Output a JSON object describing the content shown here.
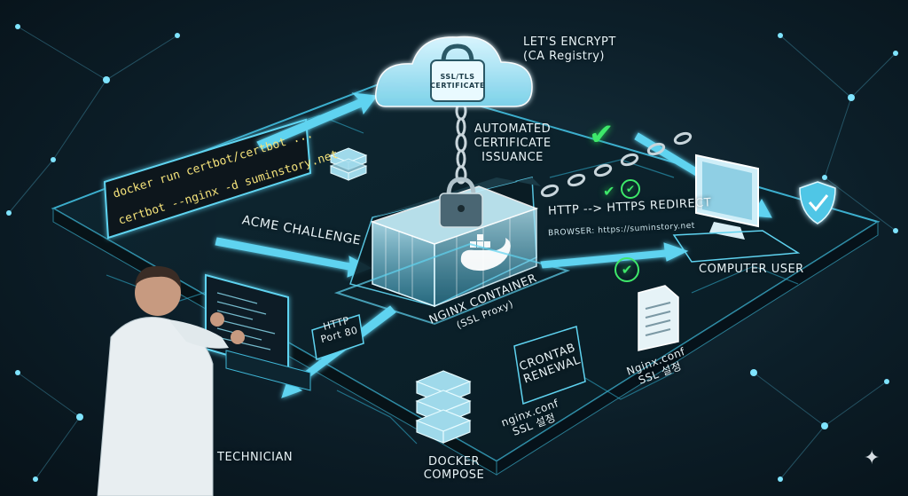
{
  "labels": {
    "ca_registry": "LET'S ENCRYPT\n(CA Registry)",
    "certificate": "SSL/TLS\nCERTIFICATE",
    "automated_issuance": "AUTOMATED\nCERTIFICATE\nISSUANCE",
    "terminal_line1": "docker run certbot/certbot ...",
    "terminal_line2": "certbot --nginx -d suminstory.net",
    "acme_challenge": "ACME CHALLENGE",
    "https_redirect": "HTTP --> HTTPS REDIRECT",
    "browser_url": "BROWSER: https://suminstory.net",
    "computer_user": "COMPUTER USER",
    "nginx_container": "NGINX CONTAINER",
    "ssl_proxy": "(SSL Proxy)",
    "http_port": "HTTP\nPort 80",
    "crontab": "CRONTAB\nRENEWAL",
    "nginx_conf_1": "nginx.conf\nSSL 설정",
    "nginx_conf_2": "Nginx.conf\nSSL 설정",
    "technician": "TECHNICIAN",
    "docker_compose": "DOCKER\nCOMPOSE"
  },
  "icons": [
    "padlock-icon",
    "cloud-icon",
    "server-stack-icon",
    "docker-whale-icon",
    "monitor-icon",
    "shield-icon",
    "document-icon",
    "checkmark-icon",
    "sparkle-icon"
  ],
  "colors": {
    "accent": "#5fd3f0",
    "background": "#0c1e28",
    "check_green": "#3ee86a",
    "terminal_text": "#f4e27a"
  }
}
